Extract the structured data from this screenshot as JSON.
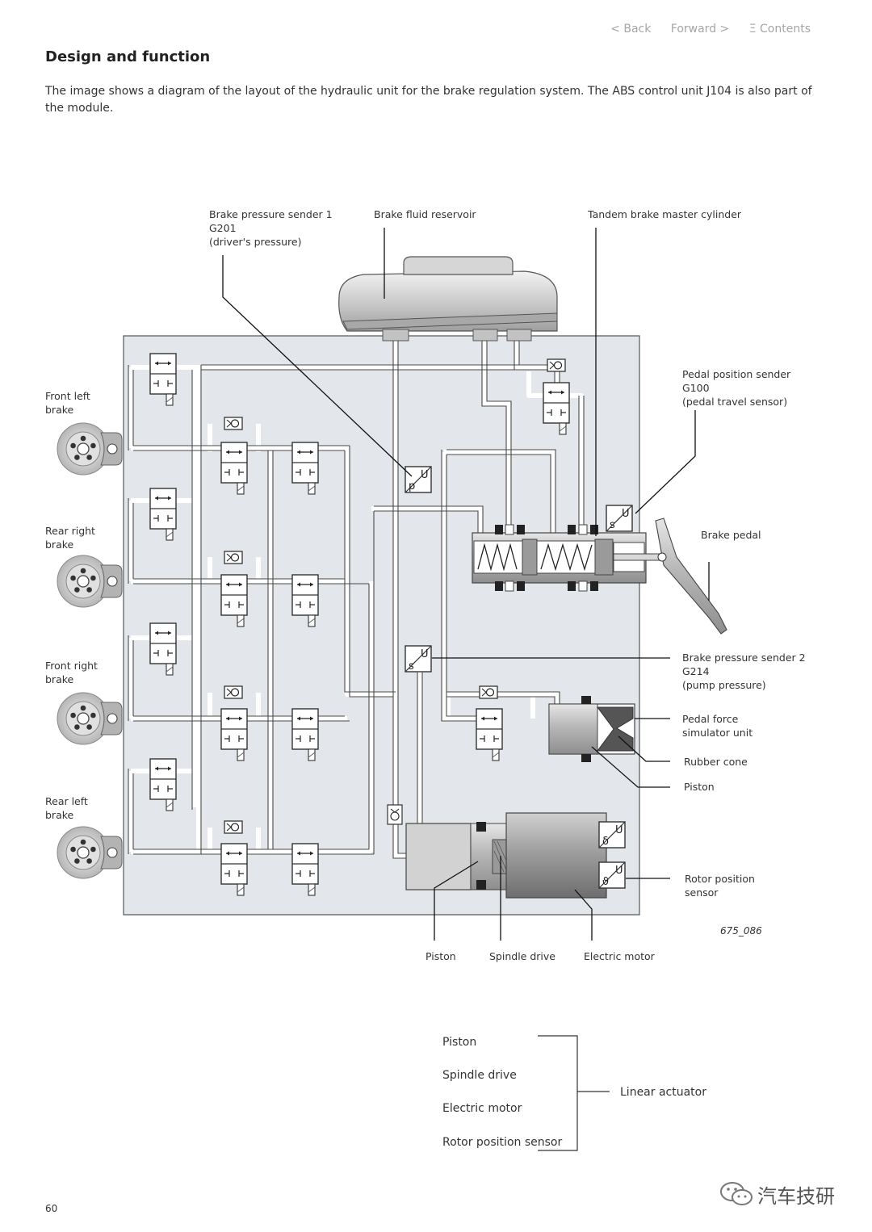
{
  "nav": {
    "back": "< Back",
    "forward": "Forward >",
    "contents": "Ξ Contents"
  },
  "heading": "Design and function",
  "intro": "The image shows a diagram of the layout of the hydraulic unit for the brake regulation system. The ABS control unit J104 is also part of the module.",
  "labels": {
    "g201_line1": "Brake pressure sender 1",
    "g201_line2": "G201",
    "g201_line3": "(driver's pressure)",
    "reservoir": "Brake fluid reservoir",
    "master_cyl": "Tandem brake master cylinder",
    "g100_line1": "Pedal position sender",
    "g100_line2": "G100",
    "g100_line3": "(pedal travel sensor)",
    "front_left_1": "Front left",
    "front_left_2": "brake",
    "rear_right_1": "Rear right",
    "rear_right_2": "brake",
    "front_right_1": "Front right",
    "front_right_2": "brake",
    "rear_left_1": "Rear left",
    "rear_left_2": "brake",
    "pedal": "Brake pedal",
    "g214_line1": "Brake pressure sender 2",
    "g214_line2": "G214",
    "g214_line3": "(pump pressure)",
    "simulator_1": "Pedal force",
    "simulator_2": "simulator unit",
    "rubber_cone": "Rubber cone",
    "piston_right": "Piston",
    "rotor_1": "Rotor position",
    "rotor_2": "sensor",
    "figure_id": "675_086",
    "piston_bottom": "Piston",
    "spindle_bottom": "Spindle drive",
    "motor_bottom": "Electric motor",
    "sym_p": "p",
    "sym_u": "U",
    "sym_s": "s",
    "sym_delta": "δ",
    "sym_theta": "ϑ"
  },
  "legend": {
    "items": [
      "Piston",
      "Spindle drive",
      "Electric motor",
      "Rotor position sensor"
    ],
    "group": "Linear actuator"
  },
  "page_number": "60",
  "watermark": "汽车技研"
}
